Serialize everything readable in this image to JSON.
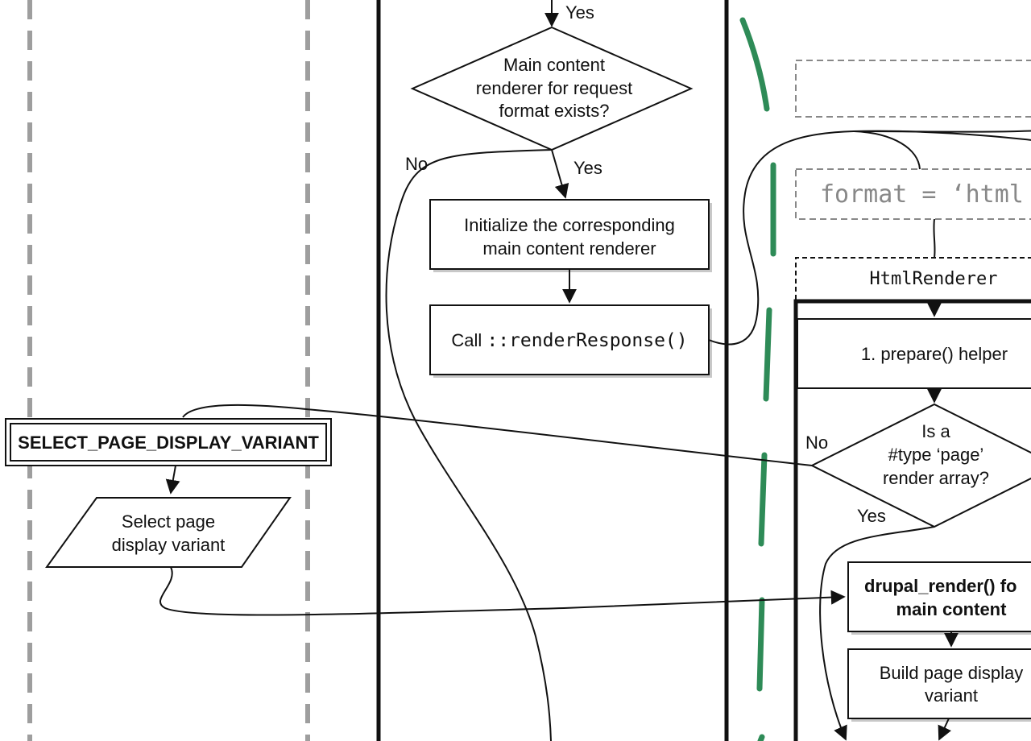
{
  "diagram": {
    "edge_labels": {
      "yes_top": "Yes",
      "yes_after_main": "Yes",
      "no_main": "No",
      "no_page": "No",
      "yes_page": "Yes"
    },
    "decision_main_renderer": [
      "Main content",
      "renderer for request",
      "format exists?"
    ],
    "init_renderer": [
      "Initialize the corresponding",
      "main content renderer"
    ],
    "call_render_response": {
      "prefix": "Call ",
      "code": "::renderResponse()"
    },
    "format_html": "format = ‘html",
    "html_renderer": "HtmlRenderer",
    "prepare_helper": "1. prepare() helper",
    "decision_page_type": [
      "Is a",
      "#type ‘page’",
      "render array?"
    ],
    "event_select_variant": "SELECT_PAGE_DISPLAY_VARIANT",
    "select_variant_io": [
      "Select page",
      "display variant"
    ],
    "drupal_render_main": [
      "drupal_render() fo",
      "main content"
    ],
    "build_variant": [
      "Build page display",
      "variant"
    ],
    "colors": {
      "lane_dash": "#9e9e9e",
      "green_dash": "#2e8b57",
      "line": "#111111",
      "shadow": "#c8c8c8",
      "placeholder": "#888888"
    }
  }
}
